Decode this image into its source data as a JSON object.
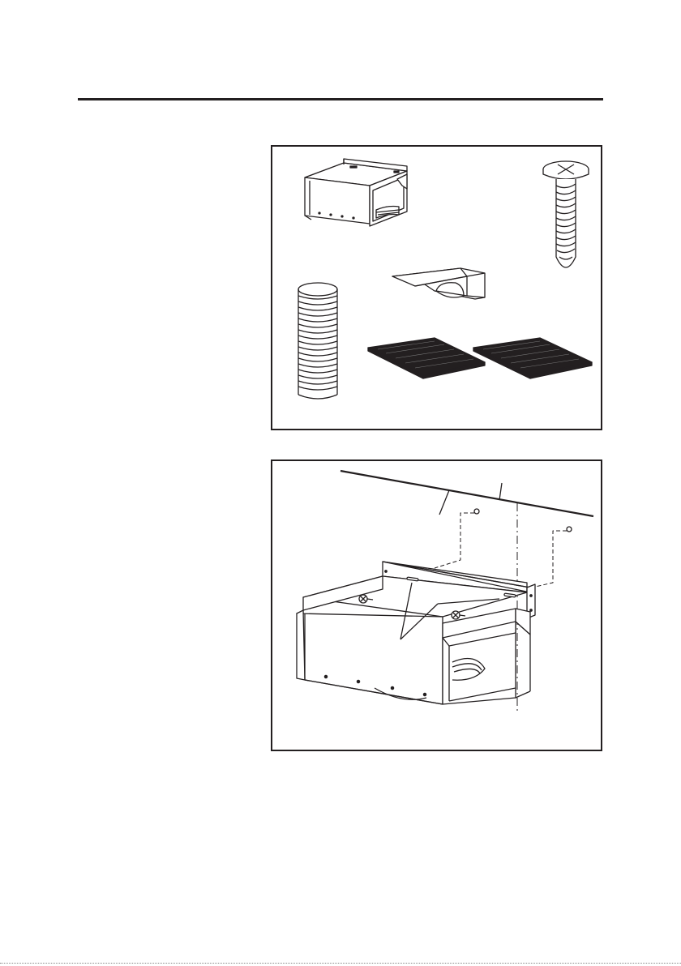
{
  "page": {
    "rule_color": "#231f20",
    "line_color": "#231f20",
    "figures": [
      {
        "id": "parts-kit",
        "parts": [
          "mounting-bracket",
          "screw",
          "flexible-duct",
          "duct-adapter",
          "charcoal-filter",
          "charcoal-filter"
        ]
      },
      {
        "id": "bracket-installation",
        "parts": [
          "ceiling-line",
          "mounting-bracket",
          "screws",
          "slots"
        ]
      }
    ]
  }
}
